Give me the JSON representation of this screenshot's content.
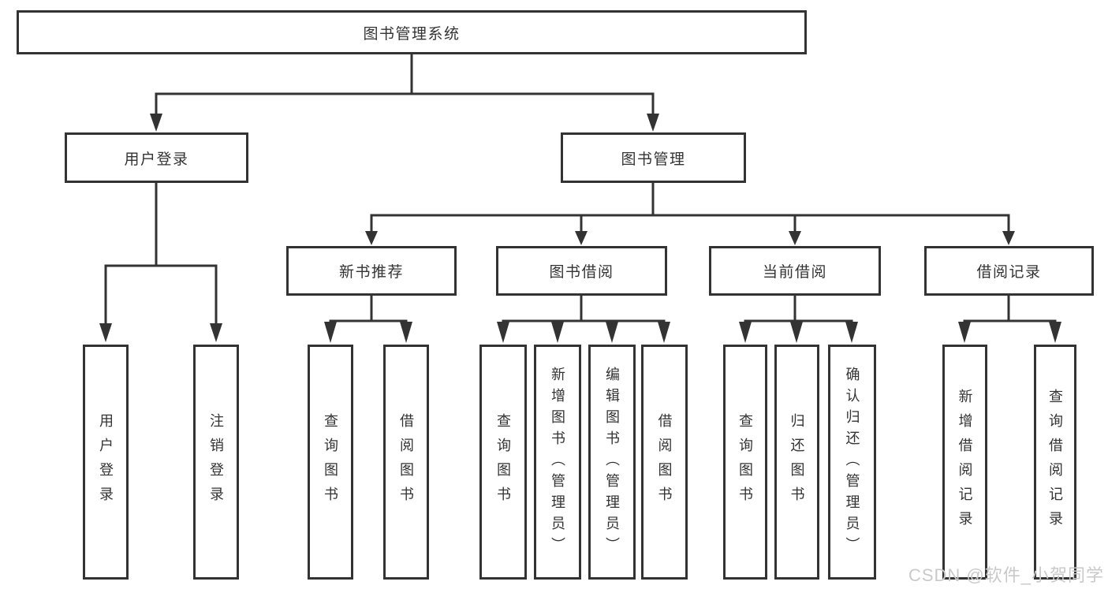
{
  "diagram": {
    "root": {
      "label": "图书管理系统"
    },
    "level2": [
      {
        "label": "用户登录"
      },
      {
        "label": "图书管理"
      }
    ],
    "level3": [
      {
        "label": "新书推荐"
      },
      {
        "label": "图书借阅"
      },
      {
        "label": "当前借阅"
      },
      {
        "label": "借阅记录"
      }
    ],
    "leaves": {
      "user_login": [
        {
          "label": "用户登录"
        },
        {
          "label": "注销登录"
        }
      ],
      "new_book": [
        {
          "label": "查询图书"
        },
        {
          "label": "借阅图书"
        }
      ],
      "book_borrow": [
        {
          "label": "查询图书"
        },
        {
          "label": "新增图书（管理员）"
        },
        {
          "label": "编辑图书（管理员）"
        },
        {
          "label": "借阅图书"
        }
      ],
      "current_borrow": [
        {
          "label": "查询图书"
        },
        {
          "label": "归还图书"
        },
        {
          "label": "确认归还（管理员）"
        }
      ],
      "borrow_record": [
        {
          "label": "新增借阅记录"
        },
        {
          "label": "查询借阅记录"
        }
      ]
    },
    "colors": {
      "line": "#333333",
      "box_border": "#333333",
      "text": "#333333",
      "watermark": "#c9c9c9",
      "background": "#ffffff"
    }
  },
  "watermark": {
    "text": "CSDN @软件_小贺同学"
  }
}
